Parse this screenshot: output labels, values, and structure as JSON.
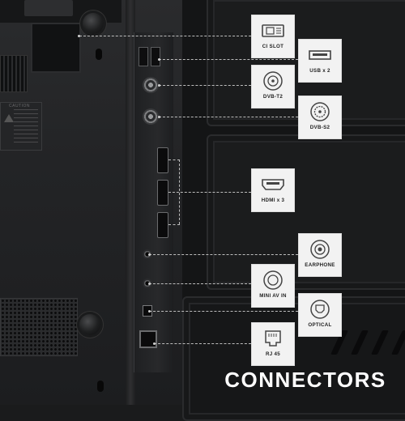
{
  "heading": "CONNECTORS",
  "callouts": [
    {
      "id": "ci",
      "label": "CI SLOT",
      "icon": "ci-card-icon"
    },
    {
      "id": "usb",
      "label": "USB x 2",
      "icon": "usb-port-icon"
    },
    {
      "id": "t2",
      "label": "DVB-T2",
      "icon": "coax-antenna-icon"
    },
    {
      "id": "s2",
      "label": "DVB-S2",
      "icon": "satellite-connector-icon"
    },
    {
      "id": "hdmi",
      "label": "HDMI x 3",
      "icon": "hdmi-port-icon"
    },
    {
      "id": "earphone",
      "label": "EARPHONE",
      "icon": "earphone-jack-icon"
    },
    {
      "id": "av",
      "label": "MINI AV IN",
      "icon": "mini-av-jack-icon"
    },
    {
      "id": "optical",
      "label": "OPTICAL",
      "icon": "optical-port-icon"
    },
    {
      "id": "rj45",
      "label": "RJ 45",
      "icon": "ethernet-port-icon"
    }
  ],
  "back_label": {
    "title": "CAUTION"
  },
  "colors": {
    "callout_bg": "#f2f2f2",
    "leader": "#bdbdbd",
    "background": "#1a1b1c",
    "heading": "#ffffff"
  }
}
